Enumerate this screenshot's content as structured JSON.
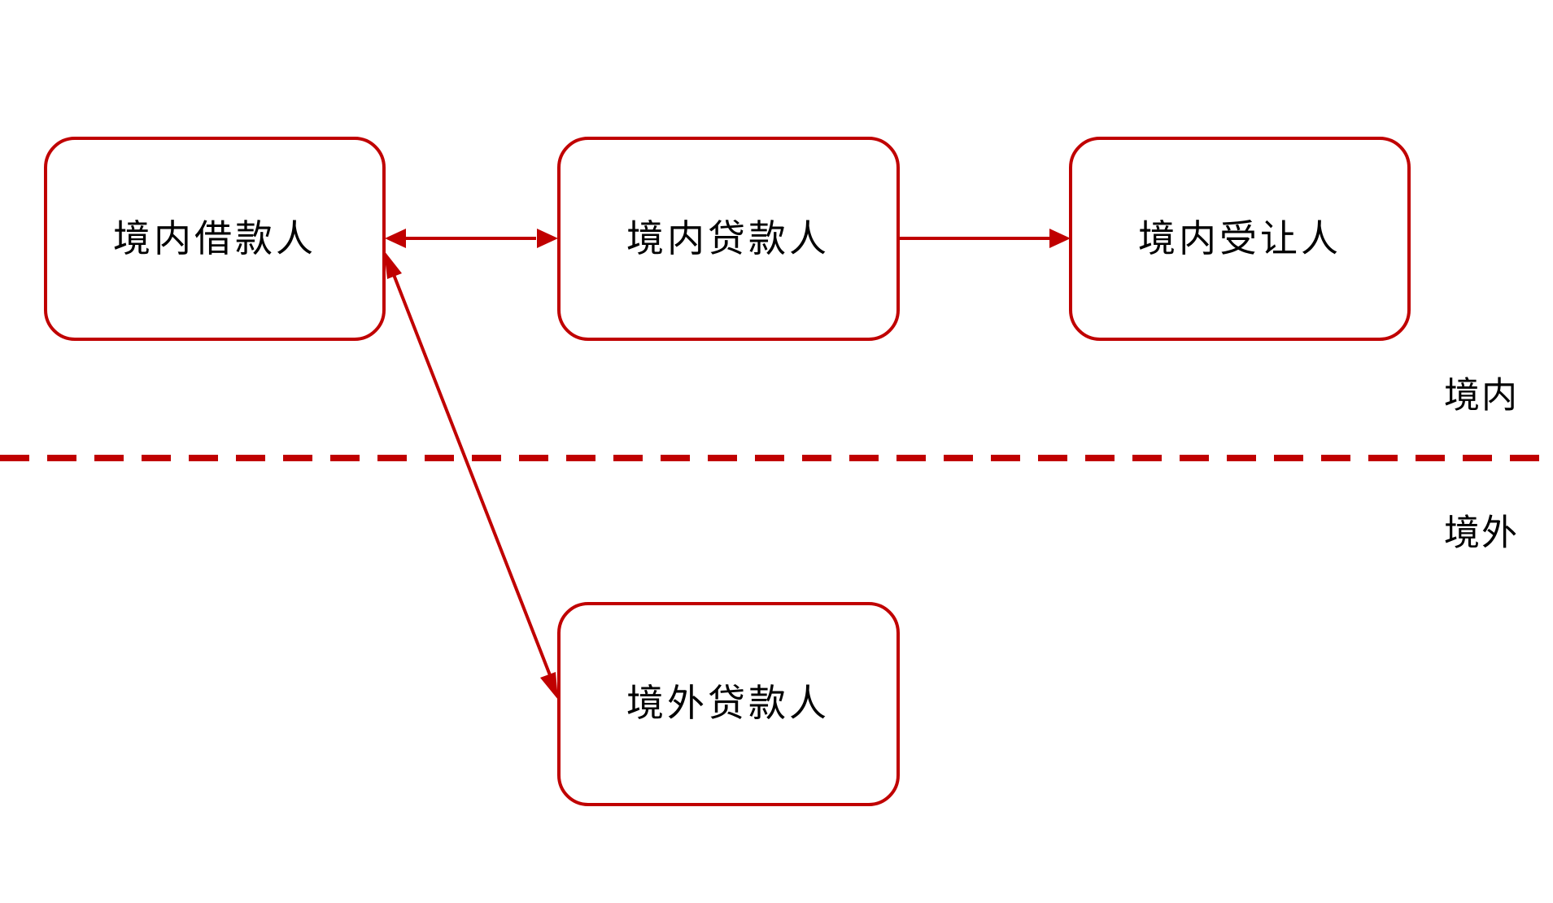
{
  "colors": {
    "accent": "#c00000",
    "text": "#000000",
    "background": "#ffffff"
  },
  "nodes": {
    "domestic_borrower": "境内借款人",
    "domestic_lender": "境内贷款人",
    "domestic_transferee": "境内受让人",
    "foreign_lender": "境外贷款人"
  },
  "zones": {
    "domestic": "境内",
    "foreign": "境外"
  },
  "edges": [
    {
      "from": "domestic_borrower",
      "to": "domestic_lender",
      "direction": "both"
    },
    {
      "from": "domestic_lender",
      "to": "domestic_transferee",
      "direction": "forward"
    },
    {
      "from": "domestic_borrower",
      "to": "foreign_lender",
      "direction": "both"
    }
  ]
}
